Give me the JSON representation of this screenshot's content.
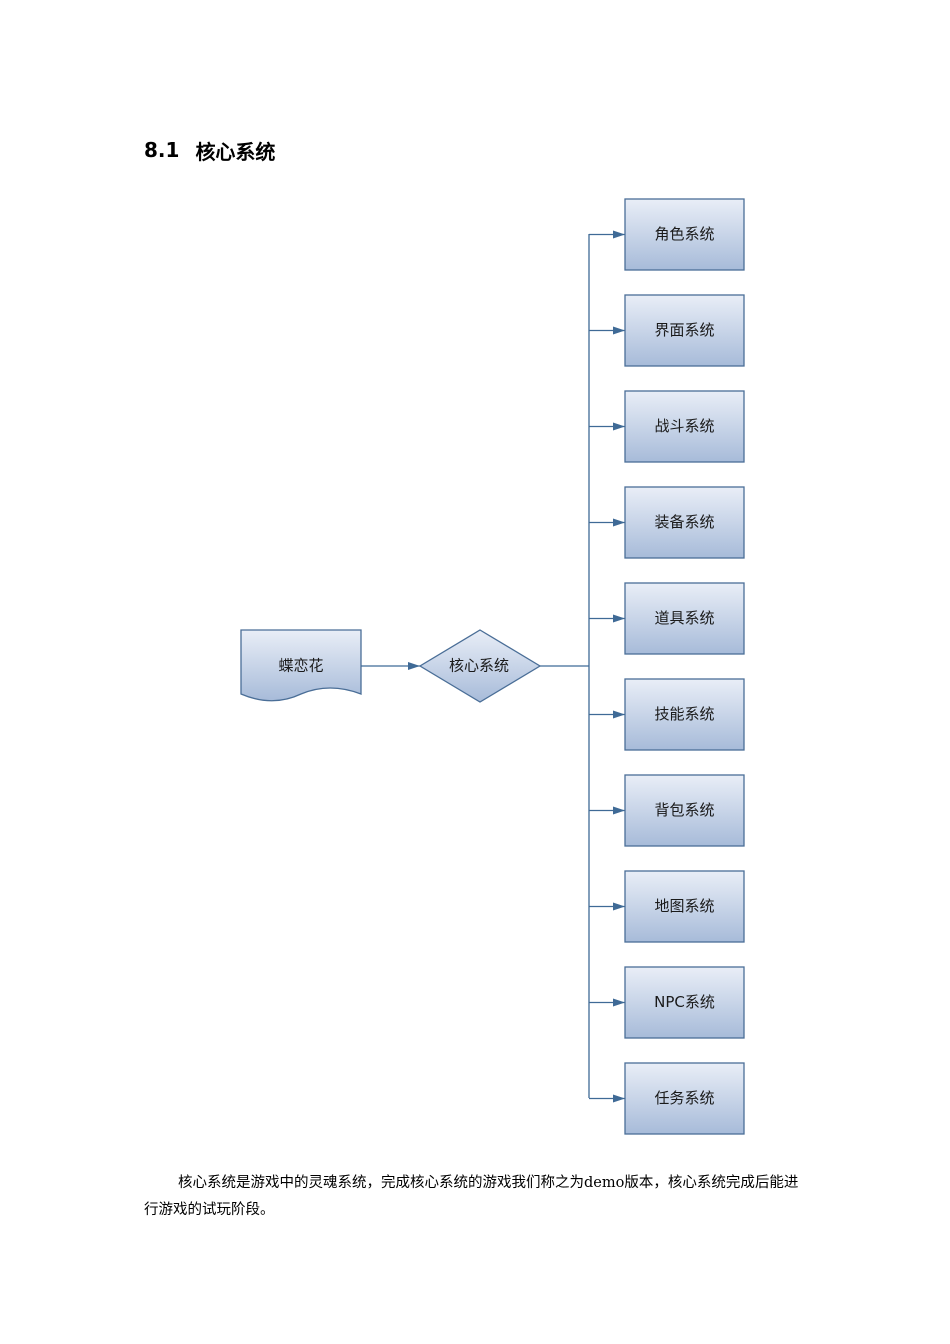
{
  "section": {
    "number": "8.1",
    "title": "核心系统"
  },
  "diagram": {
    "root": "蝶恋花",
    "hub": "核心系统",
    "subsystems": [
      "角色系统",
      "界面系统",
      "战斗系统",
      "装备系统",
      "道具系统",
      "技能系统",
      "背包系统",
      "地图系统",
      "NPC系统",
      "任务系统"
    ],
    "colors": {
      "box_fill_top": "#e9eef7",
      "box_fill_bottom": "#a7bbd9",
      "stroke": "#4a6e97",
      "connector": "#3f6a96"
    }
  },
  "paragraph": "核心系统是游戏中的灵魂系统，完成核心系统的游戏我们称之为demo版本，核心系统完成后能进行游戏的试玩阶段。"
}
